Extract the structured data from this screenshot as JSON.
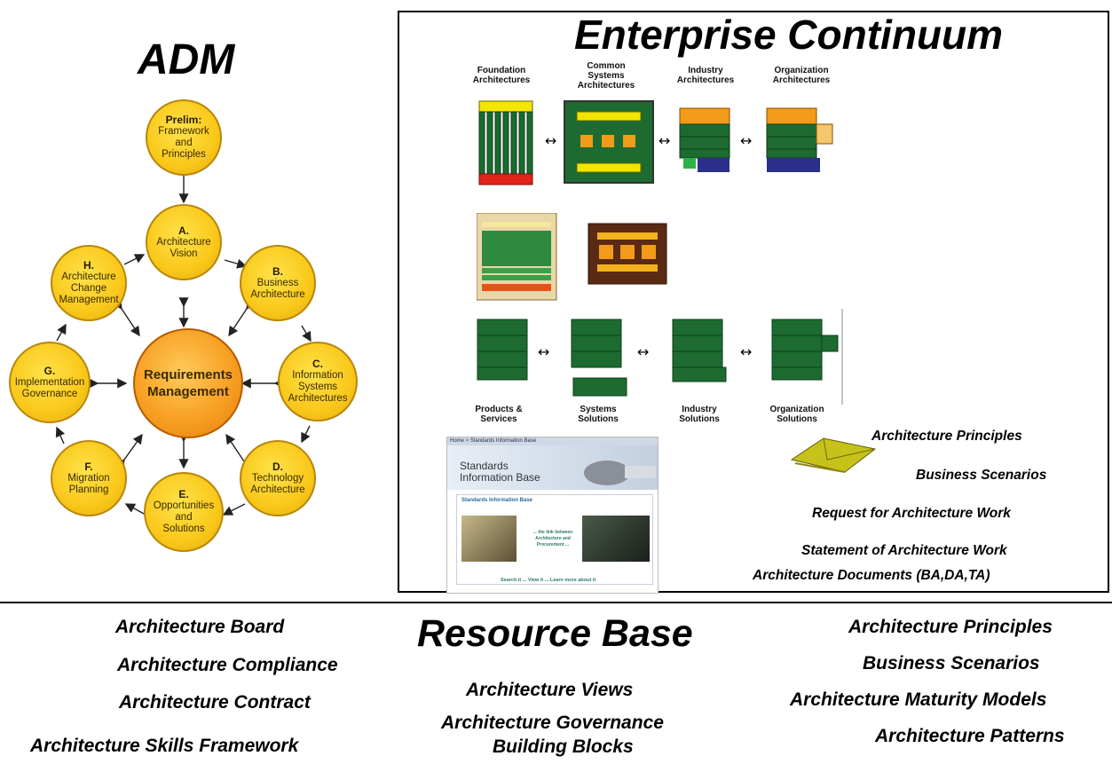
{
  "adm": {
    "title": "ADM",
    "center": "Requirements Management",
    "prelim": {
      "line1": "Prelim:",
      "line2": "Framework",
      "line3": "and",
      "line4": "Principles"
    },
    "a": {
      "letter": "A.",
      "line1": "Architecture",
      "line2": "Vision"
    },
    "b": {
      "letter": "B.",
      "line1": "Business",
      "line2": "Architecture"
    },
    "c": {
      "letter": "C.",
      "line1": "Information",
      "line2": "Systems",
      "line3": "Architectures"
    },
    "d": {
      "letter": "D.",
      "line1": "Technology",
      "line2": "Architecture"
    },
    "e": {
      "letter": "E.",
      "line1": "Opportunities",
      "line2": "and",
      "line3": "Solutions"
    },
    "f": {
      "letter": "F.",
      "line1": "Migration",
      "line2": "Planning"
    },
    "g": {
      "letter": "G.",
      "line1": "Implementation",
      "line2": "Governance"
    },
    "h": {
      "letter": "H.",
      "line1": "Architecture",
      "line2": "Change",
      "line3": "Management"
    }
  },
  "continuum": {
    "title": "Enterprise Continuum",
    "top_columns": [
      {
        "line1": "",
        "line2": "Foundation",
        "line3": "Architectures"
      },
      {
        "line1": "Common",
        "line2": "Systems",
        "line3": "Architectures"
      },
      {
        "line1": "",
        "line2": "Industry",
        "line3": "Architectures"
      },
      {
        "line1": "",
        "line2": "Organization",
        "line3": "Architectures"
      }
    ],
    "bottom_columns": [
      {
        "line1": "Products &",
        "line2": "Services"
      },
      {
        "line1": "Systems",
        "line2": "Solutions"
      },
      {
        "line1": "Industry",
        "line2": "Solutions"
      },
      {
        "line1": "Organization",
        "line2": "Solutions"
      }
    ],
    "sib": {
      "breadcrumb": "Home > Standards Information Base",
      "heading_line1": "Standards",
      "heading_line2": "Information Base",
      "section": "Standards Information Base",
      "link_text": "... the link between Architecture and Procurement ...",
      "footer": "Search it ... View it ... Learn more about it"
    },
    "side_items": [
      "Architecture Principles",
      "Business Scenarios",
      "Request for Architecture Work",
      "Statement of Architecture Work",
      "Architecture Documents (BA,DA,TA)"
    ]
  },
  "resource_base": {
    "title": "Resource Base",
    "left": [
      "Architecture Board",
      "Architecture Compliance",
      "Architecture Contract",
      "Architecture Skills Framework"
    ],
    "middle": [
      "Architecture Views",
      "Architecture Governance",
      "Building Blocks"
    ],
    "right": [
      "Architecture Principles",
      "Business Scenarios",
      "Architecture Maturity Models",
      "Architecture Patterns"
    ]
  }
}
